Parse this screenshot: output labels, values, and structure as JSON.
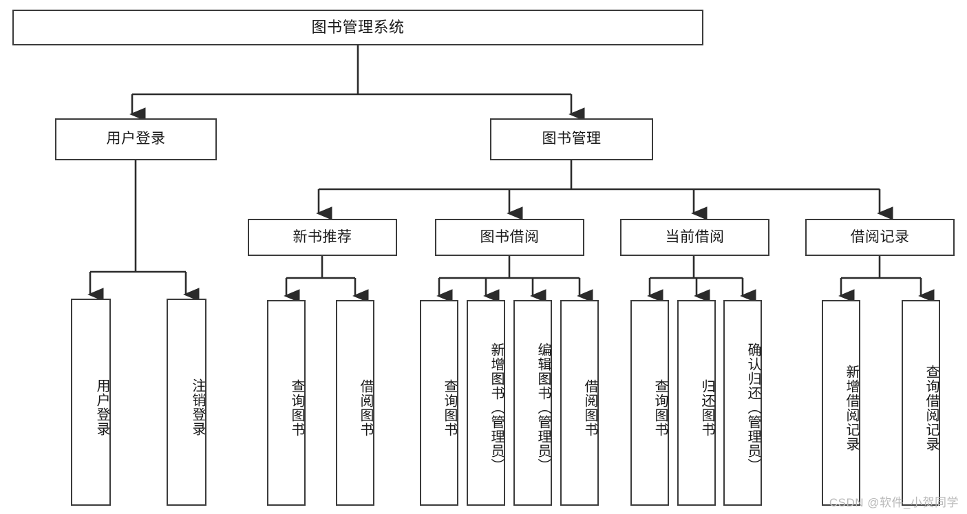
{
  "diagram": {
    "type": "tree-hierarchy",
    "title": "图书管理系统",
    "colors": {
      "box_border": "#3b3b3b",
      "box_fill": "#ffffff",
      "connector": "#2b2b2b",
      "text": "#1a1a1a",
      "watermark": "#b9b9b9",
      "background": "#ffffff"
    },
    "root": {
      "label": "图书管理系统"
    },
    "level2": [
      {
        "label": "用户登录"
      },
      {
        "label": "图书管理"
      }
    ],
    "level3": [
      {
        "label": "新书推荐"
      },
      {
        "label": "图书借阅"
      },
      {
        "label": "当前借阅"
      },
      {
        "label": "借阅记录"
      }
    ],
    "leaves_user_login": [
      {
        "label": "用户登录"
      },
      {
        "label": "注销登录"
      }
    ],
    "leaves_new_book": [
      {
        "label": "查询图书"
      },
      {
        "label": "借阅图书"
      }
    ],
    "leaves_borrow": [
      {
        "label": "查询图书"
      },
      {
        "label": "新增图书（管理员）"
      },
      {
        "label": "编辑图书（管理员）"
      },
      {
        "label": "借阅图书"
      }
    ],
    "leaves_current": [
      {
        "label": "查询图书"
      },
      {
        "label": "归还图书"
      },
      {
        "label": "确认归还（管理员）"
      }
    ],
    "leaves_record": [
      {
        "label": "新增借阅记录"
      },
      {
        "label": "查询借阅记录"
      }
    ]
  },
  "watermark": {
    "text": "CSDN @软件_小贺同学"
  }
}
